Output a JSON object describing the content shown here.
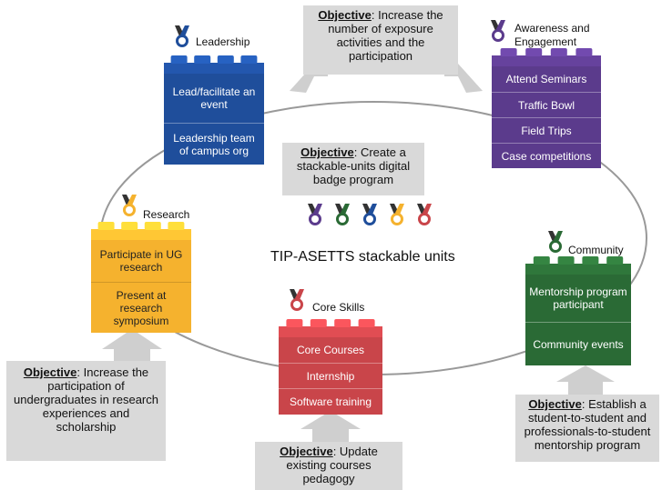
{
  "title": "TIP-ASETTS stackable units",
  "colors": {
    "leadership": "#1f4e9b",
    "awareness": "#5b3b8c",
    "research": "#f5b22e",
    "core": "#c9454a",
    "community": "#2a6a35",
    "objective_bg": "#d9d9d9",
    "arrow": "#cfcfcf",
    "ring": "#999999"
  },
  "categories": {
    "leadership": {
      "label": "Leadership",
      "icon": "medal-icon",
      "items": [
        "Lead/facilitate an event",
        "Leadership team of campus org"
      ]
    },
    "awareness": {
      "label": "Awareness and Engagement",
      "icon": "medal-icon",
      "items": [
        "Attend Seminars",
        "Traffic Bowl",
        "Field Trips",
        "Case competitions"
      ]
    },
    "research": {
      "label": "Research",
      "icon": "medal-icon",
      "items": [
        "Participate in UG research",
        "Present at research symposium"
      ]
    },
    "core": {
      "label": "Core Skills",
      "icon": "medal-icon",
      "items": [
        "Core Courses",
        "Internship",
        "Software training"
      ]
    },
    "community": {
      "label": "Community",
      "icon": "medal-icon",
      "items": [
        "Mentorship program participant",
        "Community events"
      ]
    }
  },
  "objectives": {
    "prefix": "Objective",
    "top": "Increase the number of exposure activities and the participation",
    "center": "Create a stackable-units digital badge program",
    "research": "Increase the participation of undergraduates in research experiences and scholarship",
    "core": "Update existing courses pedagogy",
    "community": "Establish a student-to-student and professionals-to-student mentorship program"
  },
  "badge_colors": [
    "#5b3b8c",
    "#2a6a35",
    "#1f4e9b",
    "#f5b22e",
    "#c9454a"
  ]
}
